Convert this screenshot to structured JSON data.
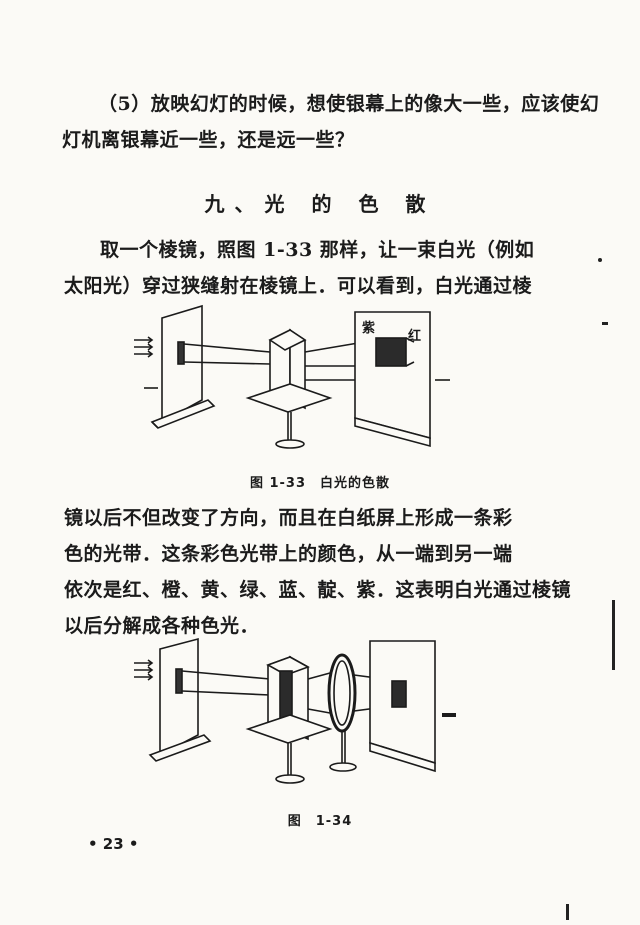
{
  "question": {
    "lines": [
      "（5）放映幻灯的时候，想使银幕上的像大一些，应该使幻",
      "灯机离银幕近一些，还是远一些？"
    ]
  },
  "section": {
    "heading": "九、光 的 色 散"
  },
  "para1": {
    "lines": [
      "取一个棱镜，照图 1-33 那样，让一束白光（例如",
      "太阳光）穿过狭缝射在棱镜上．可以看到，白光通过棱"
    ]
  },
  "figure1": {
    "label_violet": "紫",
    "label_red": "红",
    "caption": "图 1-33　白光的色散"
  },
  "para2": {
    "lines": [
      "镜以后不但改变了方向，而且在白纸屏上形成一条彩",
      "色的光带．这条彩色光带上的颜色，从一端到另一端",
      "依次是红、橙、黄、绿、蓝、靛、紫．这表明白光通过棱镜",
      "以后分解成各种色光．"
    ]
  },
  "figure2": {
    "caption": "图　1-34"
  },
  "footer": {
    "page_number": "• 23 •"
  }
}
